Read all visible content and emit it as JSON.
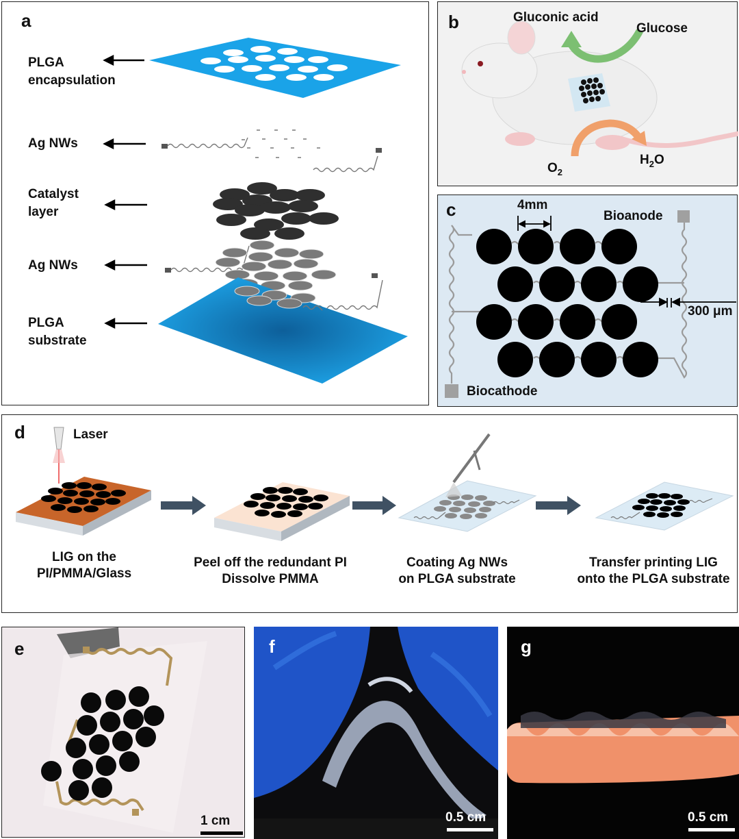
{
  "panels": {
    "a": {
      "label": "a",
      "layers": [
        {
          "line1": "PLGA",
          "line2": "encapsulation"
        },
        {
          "line1": "Ag NWs",
          "line2": ""
        },
        {
          "line1": "Catalyst",
          "line2": "layer"
        },
        {
          "line1": "Ag NWs",
          "line2": ""
        },
        {
          "line1": "PLGA",
          "line2": "substrate"
        }
      ]
    },
    "b": {
      "label": "b",
      "gluconic_acid": "Gluconic acid",
      "glucose": "Glucose",
      "o2_main": "O",
      "o2_sub": "2",
      "h2o_h": "H",
      "h2o_sub": "2",
      "h2o_o": "O"
    },
    "c": {
      "label": "c",
      "dim_4mm": "4mm",
      "bioanode": "Bioanode",
      "gap": "300 μm",
      "biocathode": "Biocathode"
    },
    "d": {
      "label": "d",
      "laser": "Laser",
      "steps": [
        {
          "line1": "LIG on the",
          "line2": "PI/PMMA/Glass"
        },
        {
          "line1": "Peel off  the redundant PI",
          "line2": "Dissolve PMMA"
        },
        {
          "line1": "Coating Ag NWs",
          "line2": "on PLGA substrate"
        },
        {
          "line1": "Transfer printing LIG",
          "line2": "onto the PLGA substrate"
        }
      ]
    },
    "e": {
      "label": "e",
      "scale": "1 cm"
    },
    "f": {
      "label": "f",
      "scale": "0.5 cm"
    },
    "g": {
      "label": "g",
      "scale": "0.5 cm"
    }
  },
  "colors": {
    "plga_blue": "#1aa3e8",
    "catalyst_dark": "#2f2f2f",
    "panel_c_bg": "#dde9f3",
    "arrow_slate": "#3f5163",
    "laser_orange": "#c8652a"
  }
}
